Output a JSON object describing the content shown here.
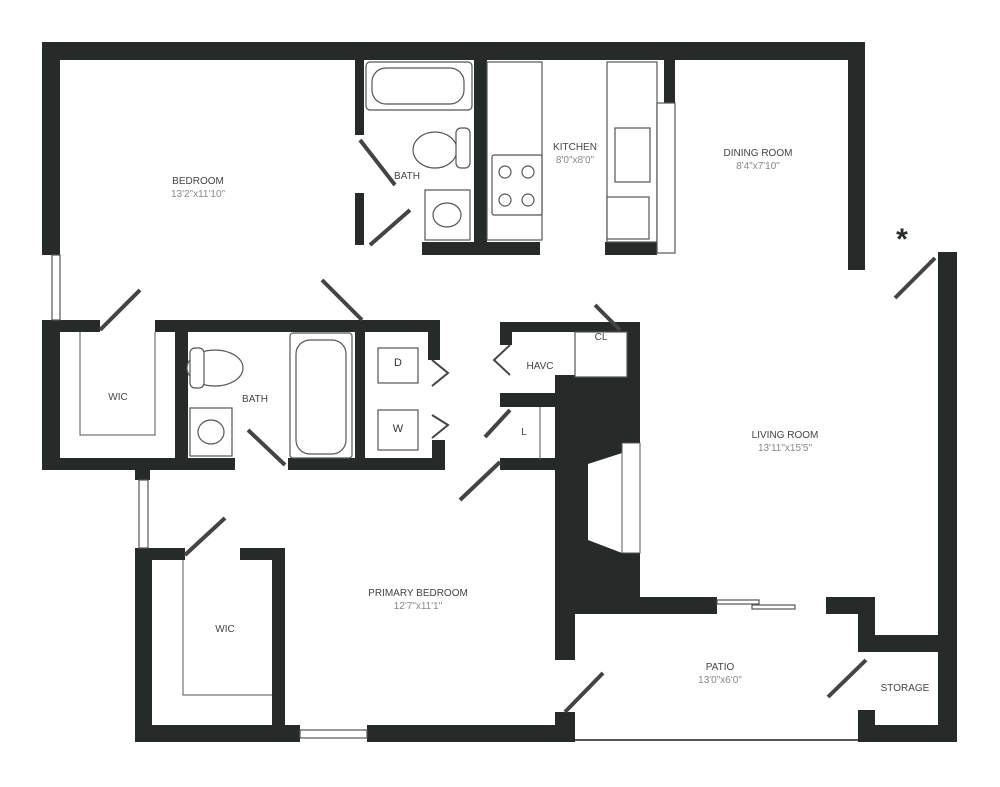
{
  "rooms": {
    "bedroom": {
      "name": "BEDROOM",
      "size": "13'2\"x11'10\""
    },
    "bath_top": {
      "name": "BATH"
    },
    "kitchen": {
      "name": "KITCHEN",
      "size": "8'0\"x8'0\""
    },
    "dining": {
      "name": "DINING ROOM",
      "size": "8'4\"x7'10\""
    },
    "wic_top": {
      "name": "WIC"
    },
    "bath_mid": {
      "name": "BATH"
    },
    "dryer": {
      "name": "D"
    },
    "washer": {
      "name": "W"
    },
    "havc": {
      "name": "HAVC"
    },
    "cl": {
      "name": "CL"
    },
    "linen": {
      "name": "L"
    },
    "living": {
      "name": "LIVING ROOM",
      "size": "13'11\"x15'5\""
    },
    "primary": {
      "name": "PRIMARY BEDROOM",
      "size": "12'7\"x11'1\""
    },
    "wic_bottom": {
      "name": "WIC"
    },
    "patio": {
      "name": "PATIO",
      "size": "13'0\"x6'0\""
    },
    "storage": {
      "name": "STORAGE"
    }
  },
  "entry_marker": "*",
  "colors": {
    "wall": "#262a29"
  }
}
